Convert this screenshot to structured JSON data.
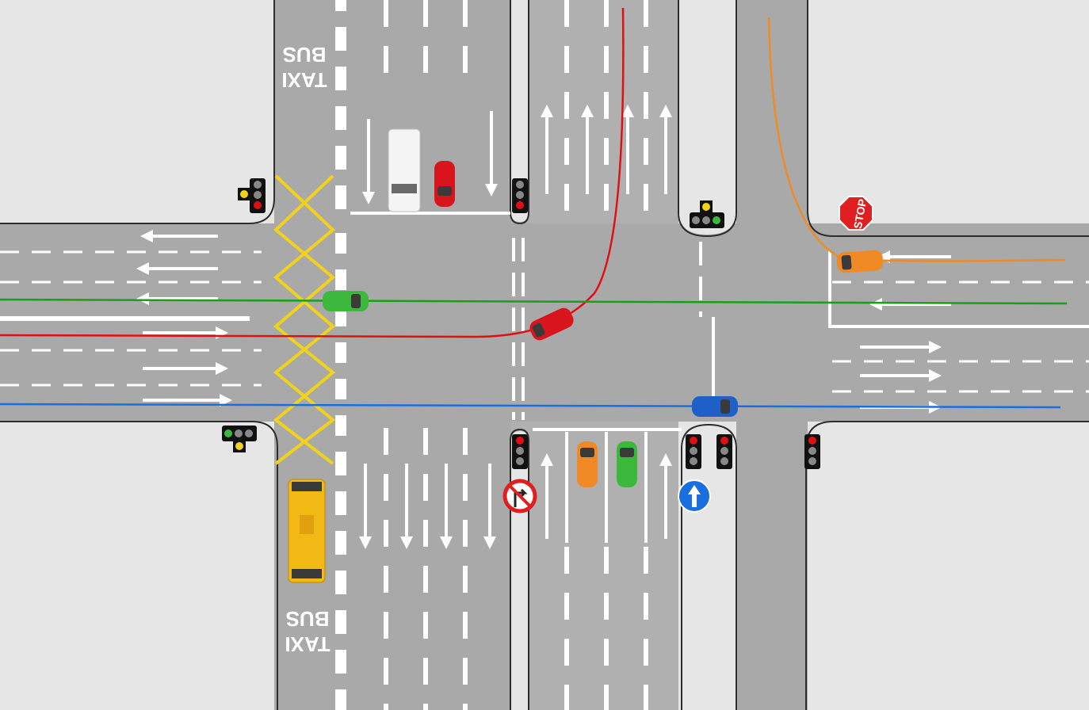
{
  "road_markings": {
    "bus_lane_top": {
      "line1": "BUS",
      "line2": "TAXI"
    },
    "bus_lane_bottom": {
      "line1": "BUS",
      "line2": "TAXI"
    }
  },
  "signs": {
    "stop_sign": {
      "text": "STOP",
      "color": "#e02020"
    },
    "ahead_only_sign": {
      "icon": "up-arrow-icon",
      "color": "#1a6fe0"
    },
    "no_left_turn_sign": {
      "icon": "no-left-turn-icon",
      "color": "#e02020"
    }
  },
  "traffic_lights": [
    {
      "id": "nw-bus-signal",
      "state": "red",
      "aux": "left-arrow"
    },
    {
      "id": "north-center-signal",
      "state": "red"
    },
    {
      "id": "north-right-signal",
      "state": "green",
      "aux": "up-arrow"
    },
    {
      "id": "sw-bus-signal",
      "state": "green",
      "aux": "down-arrow"
    },
    {
      "id": "south-center-signal",
      "state": "red"
    },
    {
      "id": "south-right-signal-1",
      "state": "red"
    },
    {
      "id": "south-right-signal-2",
      "state": "red"
    },
    {
      "id": "se-signal",
      "state": "red"
    }
  ],
  "vehicles": [
    {
      "id": "white-van",
      "color": "#f4f4f4"
    },
    {
      "id": "red-car-north",
      "color": "#d8141c"
    },
    {
      "id": "red-car-turning",
      "color": "#d8141c"
    },
    {
      "id": "green-car-west",
      "color": "#3cb83c"
    },
    {
      "id": "blue-car",
      "color": "#1f5fc8"
    },
    {
      "id": "orange-car-east",
      "color": "#f08a24"
    },
    {
      "id": "orange-car-south",
      "color": "#f08a24"
    },
    {
      "id": "green-car-south",
      "color": "#3cb83c"
    },
    {
      "id": "yellow-bus",
      "color": "#f2b814"
    }
  ],
  "trajectories": [
    {
      "id": "red-path",
      "color": "#e01010"
    },
    {
      "id": "green-path",
      "color": "#18a018"
    },
    {
      "id": "blue-path",
      "color": "#1a6fe0"
    },
    {
      "id": "orange-path",
      "color": "#f08a24"
    }
  ],
  "colors": {
    "road": "#a9a9a9",
    "curb": "#2d2d2d",
    "box_junction": "#f2d21a",
    "marking": "#ffffff"
  }
}
